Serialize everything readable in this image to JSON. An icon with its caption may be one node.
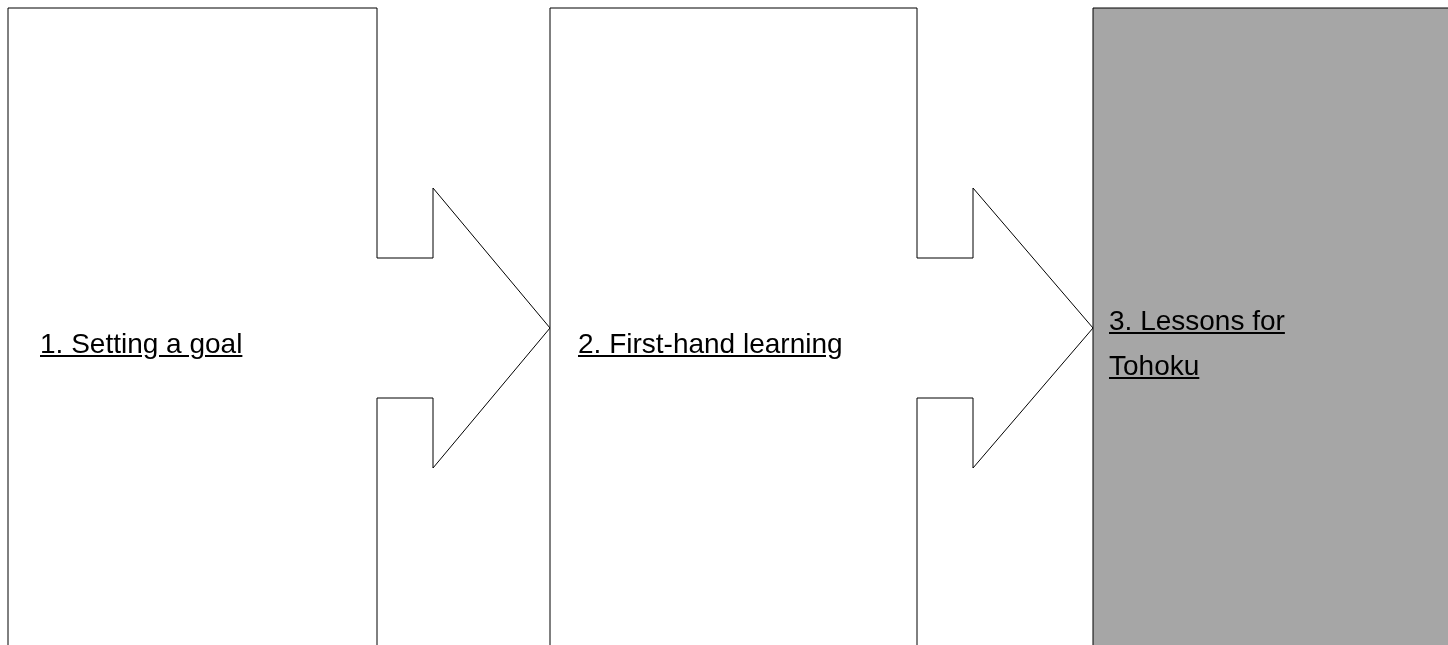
{
  "diagram": {
    "nodes": [
      {
        "text": [
          "1. Setting a goal"
        ]
      },
      {
        "text": [
          "2. First-hand learning"
        ]
      },
      {
        "text": [
          "3. Lessons for Tohoku"
        ]
      }
    ]
  }
}
